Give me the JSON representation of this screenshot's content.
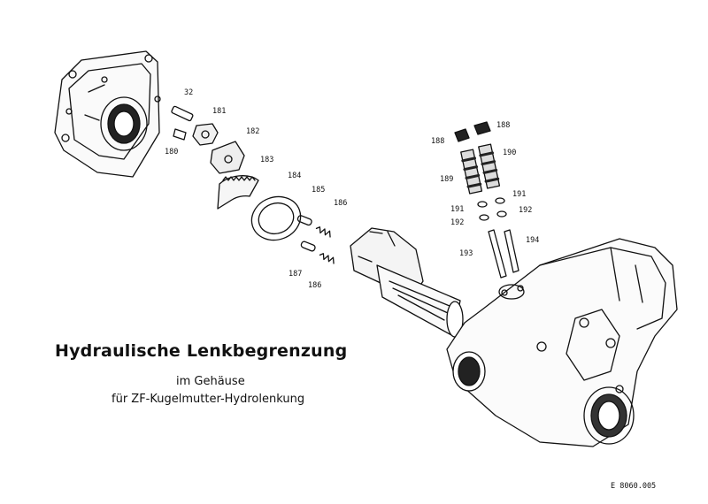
{
  "caption": {
    "title": "Hydraulische Lenkbegrenzung",
    "line1": "im Gehäuse",
    "line2": "für ZF-Kugelmutter-Hydrolenkung"
  },
  "reference": "E 8060.005",
  "part_labels": {
    "p32": "32",
    "p181": "181",
    "p182": "182",
    "p180": "180",
    "p183": "183",
    "p184": "184",
    "p185": "185",
    "p186a": "186",
    "p187": "187",
    "p186b": "186",
    "p188a": "188",
    "p188b": "188",
    "p190": "190",
    "p189": "189",
    "p191a": "191",
    "p191b": "191",
    "p192a": "192",
    "p192b": "192",
    "p193": "193",
    "p194": "194"
  }
}
